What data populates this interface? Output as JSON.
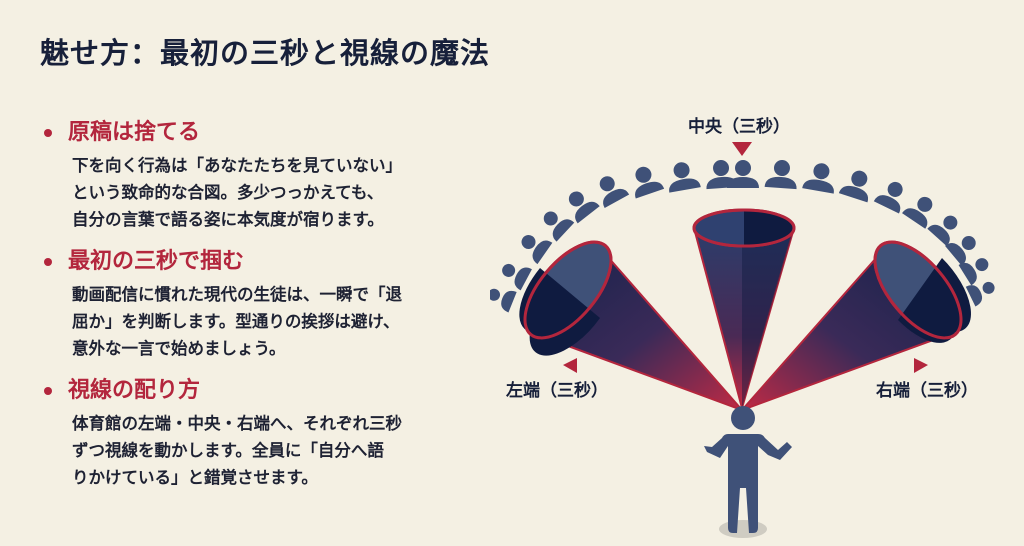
{
  "title": "魅せ方：最初の三秒と視線の魔法",
  "points": [
    {
      "heading": "原稿は捨てる",
      "body": "下を向く行為は「あなたたちを見ていない」\nという致命的な合図。多少つっかえても、\n自分の言葉で語る姿に本気度が宿ります。"
    },
    {
      "heading": "最初の三秒で掴む",
      "body": "動画配信に慣れた現代の生徒は、一瞬で「退\n屈か」を判断します。型通りの挨拶は避け、\n意外な一言で始めましょう。"
    },
    {
      "heading": "視線の配り方",
      "body": "体育館の左端・中央・右端へ、それぞれ三秒\nずつ視線を動かします。全員に「自分へ語\nりかけている」と錯覚させます。"
    }
  ],
  "diagram": {
    "center_label": "中央（三秒）",
    "left_label": "左端（三秒）",
    "right_label": "右端（三秒）",
    "audience_count": 19,
    "icons": [
      "audience-person-icon",
      "speaker-person-icon",
      "gaze-cone-icon",
      "marker-triangle-icon"
    ]
  },
  "colors": {
    "background": "#f4f0e3",
    "title": "#17203a",
    "accent_red": "#b3263d",
    "navy": "#14224a",
    "audience": "#3f5178"
  }
}
